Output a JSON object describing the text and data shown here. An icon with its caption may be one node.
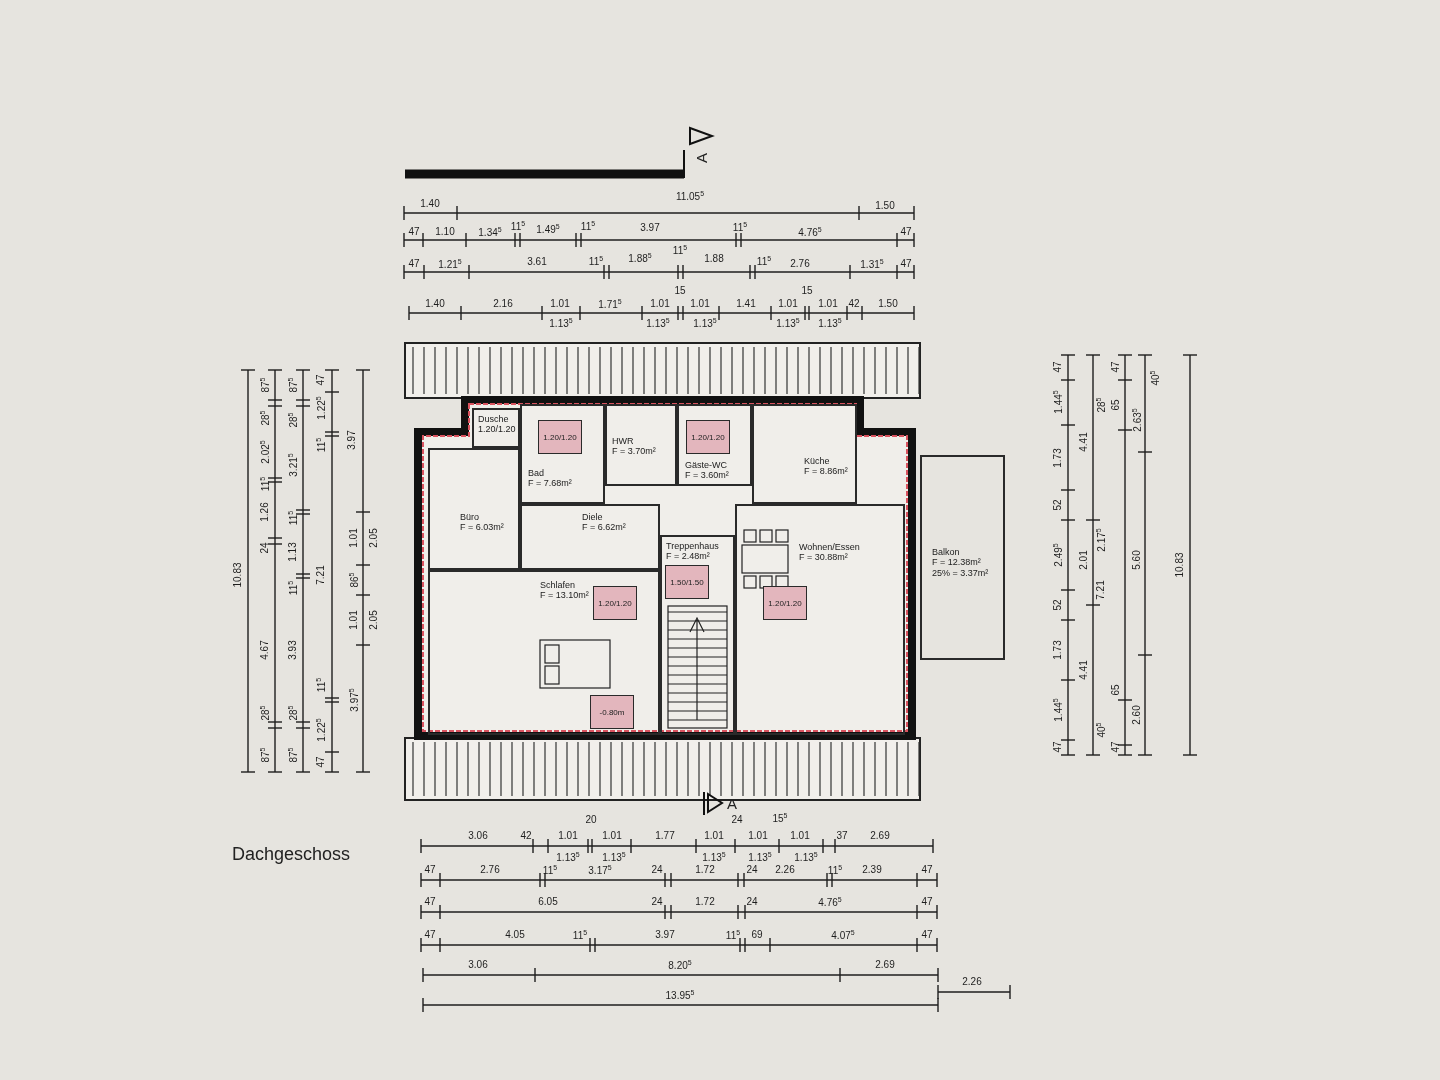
{
  "diagram": {
    "title": "Dachgeschoss",
    "nodes": [
      {
        "text": [
          "Dusche",
          "1.20/1.20"
        ]
      },
      {
        "text": [
          "Bad",
          "F = 7.68m²"
        ]
      },
      {
        "text": [
          "HWR",
          "F = 3.70m²"
        ]
      },
      {
        "text": [
          "Gäste-WC",
          "F = 3.60m²"
        ]
      },
      {
        "text": [
          "Küche",
          "F = 8.86m²"
        ]
      },
      {
        "text": [
          "Büro",
          "F = 6.03m²"
        ]
      },
      {
        "text": [
          "Diele",
          "F = 6.62m²"
        ]
      },
      {
        "text": [
          "Treppenhaus",
          "F = 2.48m²"
        ]
      },
      {
        "text": [
          "Wohnen/Essen",
          "F = 30.88m²"
        ]
      },
      {
        "text": [
          "Schlafen",
          "F = 13.10m²"
        ]
      },
      {
        "text": [
          "Balkon",
          "F = 12.38m²",
          "25% = 3.37m²"
        ]
      }
    ],
    "labels": [
      "A",
      "1.40",
      "11.05$^{5}$",
      "1.50",
      "47",
      "1.10",
      "1.34$^{5}$",
      "11$^{5}$",
      "1.49$^{5}$",
      "11$^{5}$",
      "3.97",
      "11$^{5}$",
      "4.76$^{5}$",
      "47",
      "47",
      "1.21$^{5}$",
      "3.61",
      "11$^{5}$",
      "1.88$^{5}$",
      "11$^{5}$",
      "1.88",
      "11$^{5}$",
      "2.76",
      "1.31$^{5}$",
      "47",
      "1.40",
      "2.16",
      "1.01",
      "1.13$^{5}$",
      "1.71$^{5}$",
      "1.01",
      "1.13$^{5}$",
      "15",
      "1.01",
      "1.13$^{5}$",
      "1.41",
      "1.01",
      "1.13$^{5}$",
      "15",
      "1.01",
      "1.13$^{5}$",
      "42",
      "1.50",
      "10.83",
      "87$^{5}$",
      "28$^{5}$",
      "2.02$^{5}$",
      "11$^{5}$",
      "1.26",
      "24",
      "4.67",
      "28$^{5}$",
      "87$^{5}$",
      "87$^{5}$",
      "28$^{5}$",
      "3.21$^{5}$",
      "11$^{5}$",
      "1.13",
      "11$^{5}$",
      "3.93",
      "28$^{5}$",
      "87$^{5}$",
      "47",
      "1.22$^{5}$",
      "11$^{5}$",
      "7.21",
      "11$^{5}$",
      "1.22$^{5}$",
      "47",
      "3.97",
      "1.01",
      "2.05",
      "86$^{5}$",
      "1.01",
      "2.05",
      "3.97$^{5}$",
      "1.20/1.20",
      "1.20/1.20",
      "1.20/1.20",
      "1.50/1.50",
      "1.20/1.20",
      "-0.80m",
      "47",
      "1.44$^{5}$",
      "1.73",
      "52",
      "2.49$^{5}$",
      "52",
      "1.73",
      "1.44$^{5}$",
      "47",
      "28$^{5}$",
      "4.41",
      "2.01",
      "2.17$^{5}$",
      "7.21",
      "4.41",
      "40$^{5}$",
      "47",
      "40$^{5}$",
      "65",
      "2.63$^{5}$",
      "5.60",
      "65",
      "2.60",
      "47",
      "10.83",
      "A",
      "20",
      "24",
      "15$^{5}$",
      "3.06",
      "42",
      "1.01",
      "1.01",
      "1.77",
      "1.01",
      "1.01",
      "1.01",
      "37",
      "2.69",
      "1.13$^{5}$",
      "1.13$^{5}$",
      "1.13$^{5}$",
      "1.13$^{5}$",
      "1.13$^{5}$",
      "47",
      "2.76",
      "11$^{5}$",
      "3.17$^{5}$",
      "24",
      "1.72",
      "24",
      "2.26",
      "11$^{5}$",
      "2.39",
      "47",
      "47",
      "6.05",
      "24",
      "1.72",
      "24",
      "4.76$^{5}$",
      "47",
      "47",
      "4.05",
      "11$^{5}$",
      "3.97",
      "11$^{5}$",
      "69",
      "4.07$^{5}$",
      "47",
      "3.06",
      "8.20$^{5}$",
      "2.69",
      "13.95$^{5}$",
      "2.26"
    ]
  }
}
